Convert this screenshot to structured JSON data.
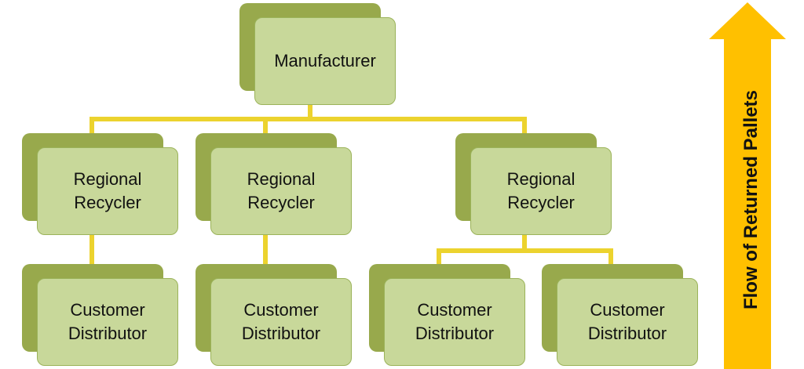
{
  "colors": {
    "back_fill": "#98a94c",
    "front_fill": "#c8d89a",
    "front_border": "#9bb35a",
    "connector": "#ecd32e",
    "arrow": "#ffc000"
  },
  "nodes": {
    "manufacturer": {
      "label": "Manufacturer"
    },
    "recycler_1": {
      "label": "Regional\nRecycler"
    },
    "recycler_2": {
      "label": "Regional\nRecycler"
    },
    "recycler_3": {
      "label": "Regional\nRecycler"
    },
    "distributor_1": {
      "label": "Customer\nDistributor"
    },
    "distributor_2": {
      "label": "Customer\nDistributor"
    },
    "distributor_3": {
      "label": "Customer\nDistributor"
    },
    "distributor_4": {
      "label": "Customer\nDistributor"
    }
  },
  "arrow": {
    "label": "Flow of Returned Pallets",
    "icon": "up-arrow-icon"
  }
}
